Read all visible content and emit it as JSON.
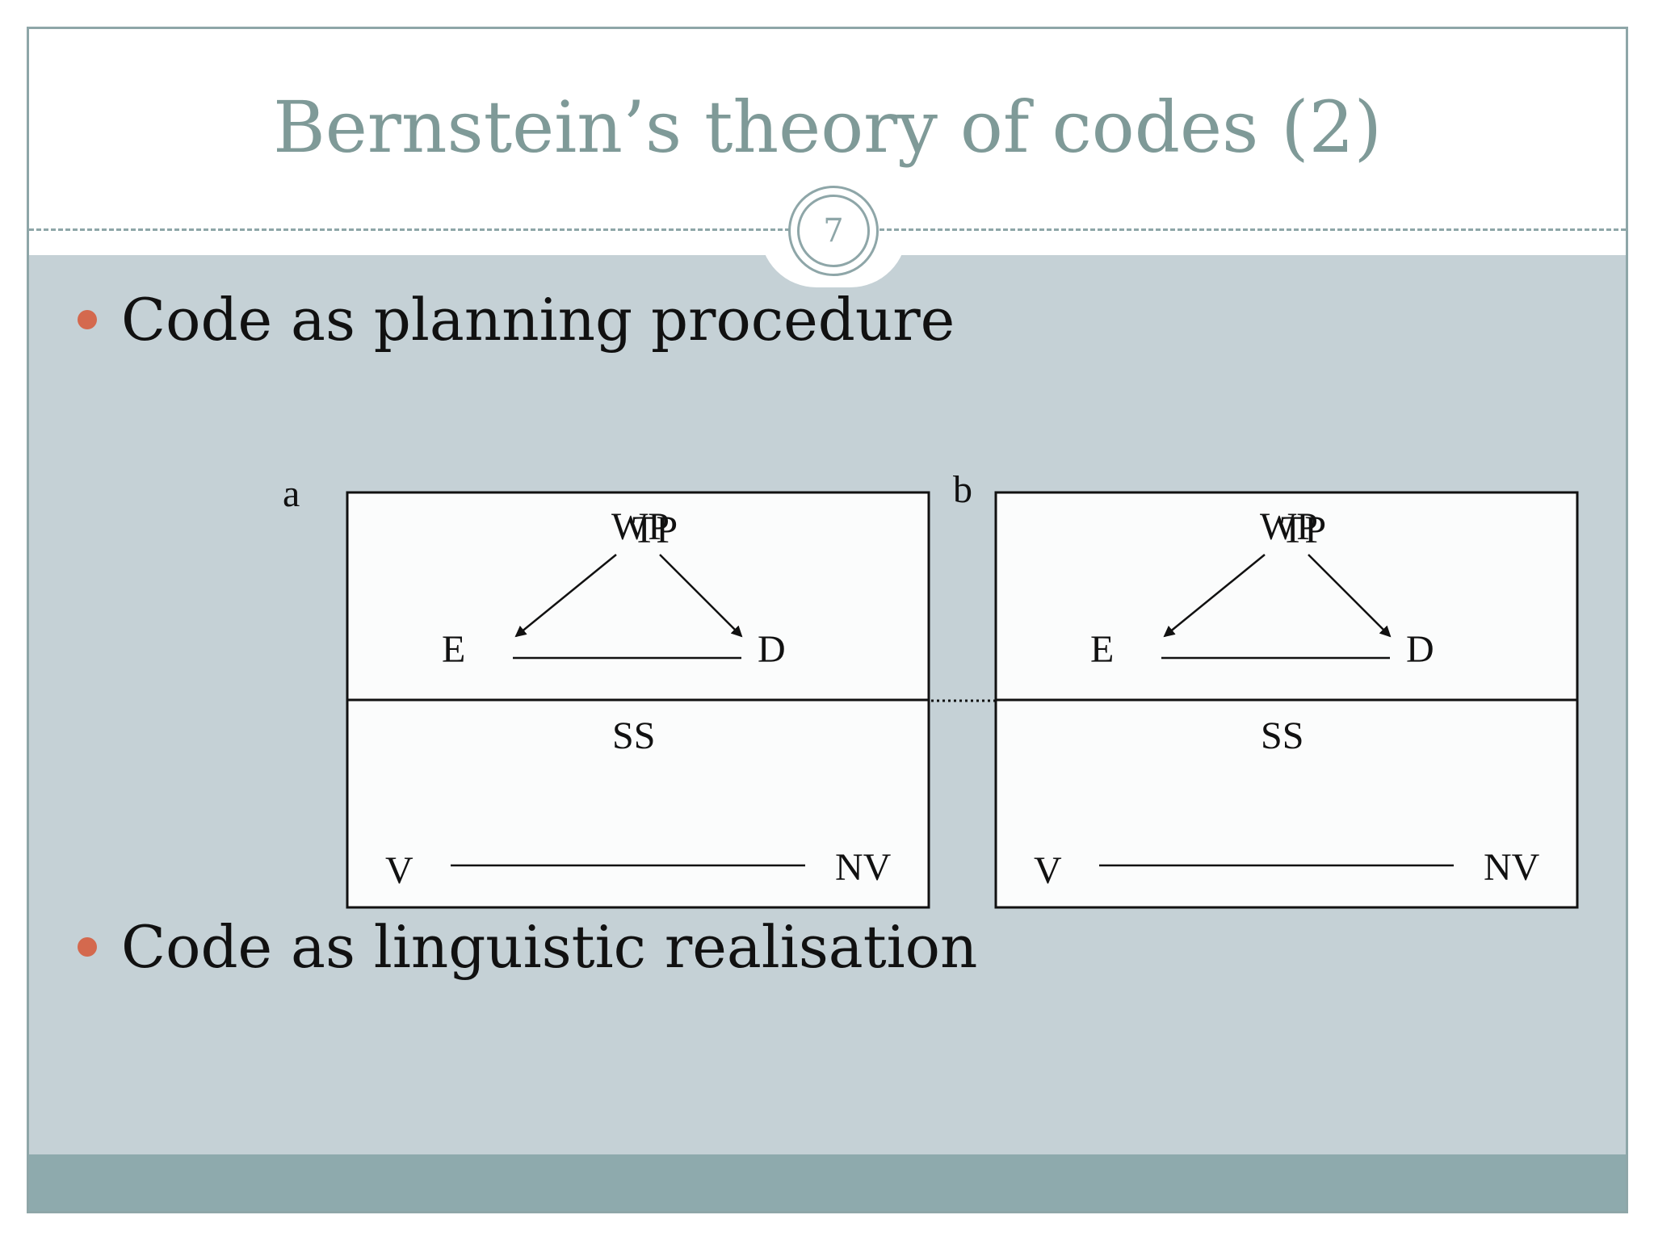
{
  "slide": {
    "title": "Bernstein’s theory of codes (2)",
    "page_number": "7"
  },
  "bullets": [
    {
      "text": "Code as planning procedure"
    },
    {
      "text": "Code as linguistic realisation"
    }
  ],
  "diagram": {
    "panels": [
      {
        "caption": "a",
        "top_label_1": "WP",
        "top_label_2": "TP",
        "left_label": "E",
        "right_label": "D",
        "middle_label": "SS",
        "bottom_left_label": "V",
        "bottom_right_label": "NV"
      },
      {
        "caption": "b",
        "top_label_1": "WP",
        "top_label_2": "TP",
        "left_label": "E",
        "right_label": "D",
        "middle_label": "SS",
        "bottom_left_label": "V",
        "bottom_right_label": "NV"
      }
    ]
  },
  "colors": {
    "title": "#7f9a98",
    "bullet": "#d4694e",
    "content_bg": "#c5d1d6",
    "footer": "#8eaaad",
    "panel_bg": "#fbfcfc"
  }
}
